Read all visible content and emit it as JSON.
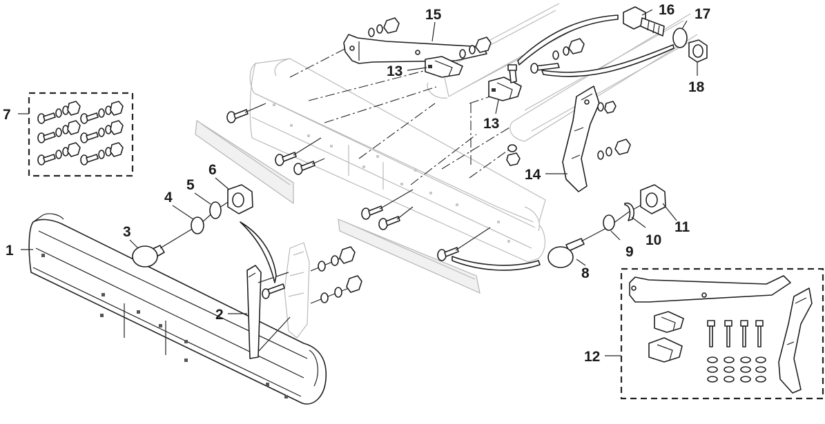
{
  "callouts": [
    {
      "id": "1",
      "label": "1"
    },
    {
      "id": "2",
      "label": "2"
    },
    {
      "id": "3",
      "label": "3"
    },
    {
      "id": "4",
      "label": "4"
    },
    {
      "id": "5",
      "label": "5"
    },
    {
      "id": "6",
      "label": "6"
    },
    {
      "id": "7",
      "label": "7"
    },
    {
      "id": "8",
      "label": "8"
    },
    {
      "id": "9",
      "label": "9"
    },
    {
      "id": "10",
      "label": "10"
    },
    {
      "id": "11",
      "label": "11"
    },
    {
      "id": "12",
      "label": "12"
    },
    {
      "id": "13a",
      "label": "13"
    },
    {
      "id": "13b",
      "label": "13"
    },
    {
      "id": "14",
      "label": "14"
    },
    {
      "id": "15",
      "label": "15"
    },
    {
      "id": "16",
      "label": "16"
    },
    {
      "id": "17",
      "label": "17"
    },
    {
      "id": "18",
      "label": "18"
    }
  ],
  "colors": {
    "line": "#1e1e1e",
    "ghost": "#b9b9b9",
    "ghost_fill": "#f1f1f1",
    "background": "#ffffff"
  }
}
